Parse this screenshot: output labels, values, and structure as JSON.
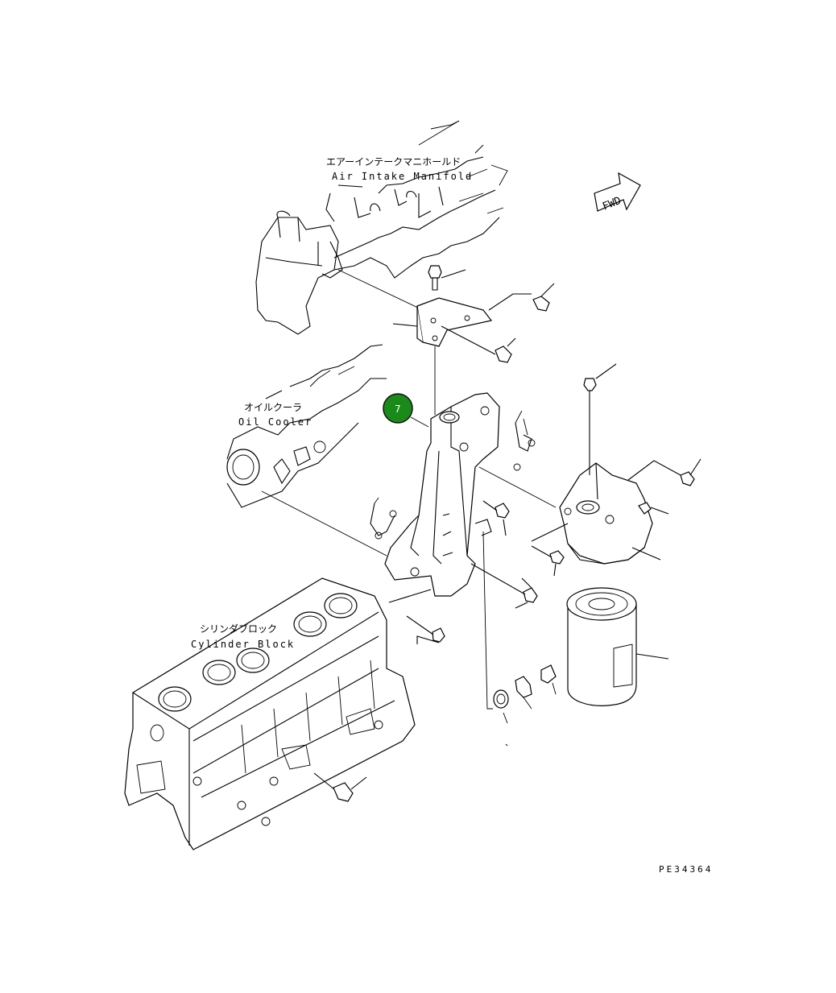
{
  "diagram": {
    "labels": {
      "air_intake_jp": "エアーインテークマニホールド",
      "air_intake_en": "Air Intake Manifold",
      "oil_cooler_jp": "オイルクーラ",
      "oil_cooler_en": "Oil Cooler",
      "cylinder_block_jp": "シリンダブロック",
      "cylinder_block_en": "Cylinder Block",
      "fwd": "FWD",
      "part_code": "PE34364"
    },
    "callout": {
      "number": "7",
      "color": "#1a8a1a"
    }
  }
}
